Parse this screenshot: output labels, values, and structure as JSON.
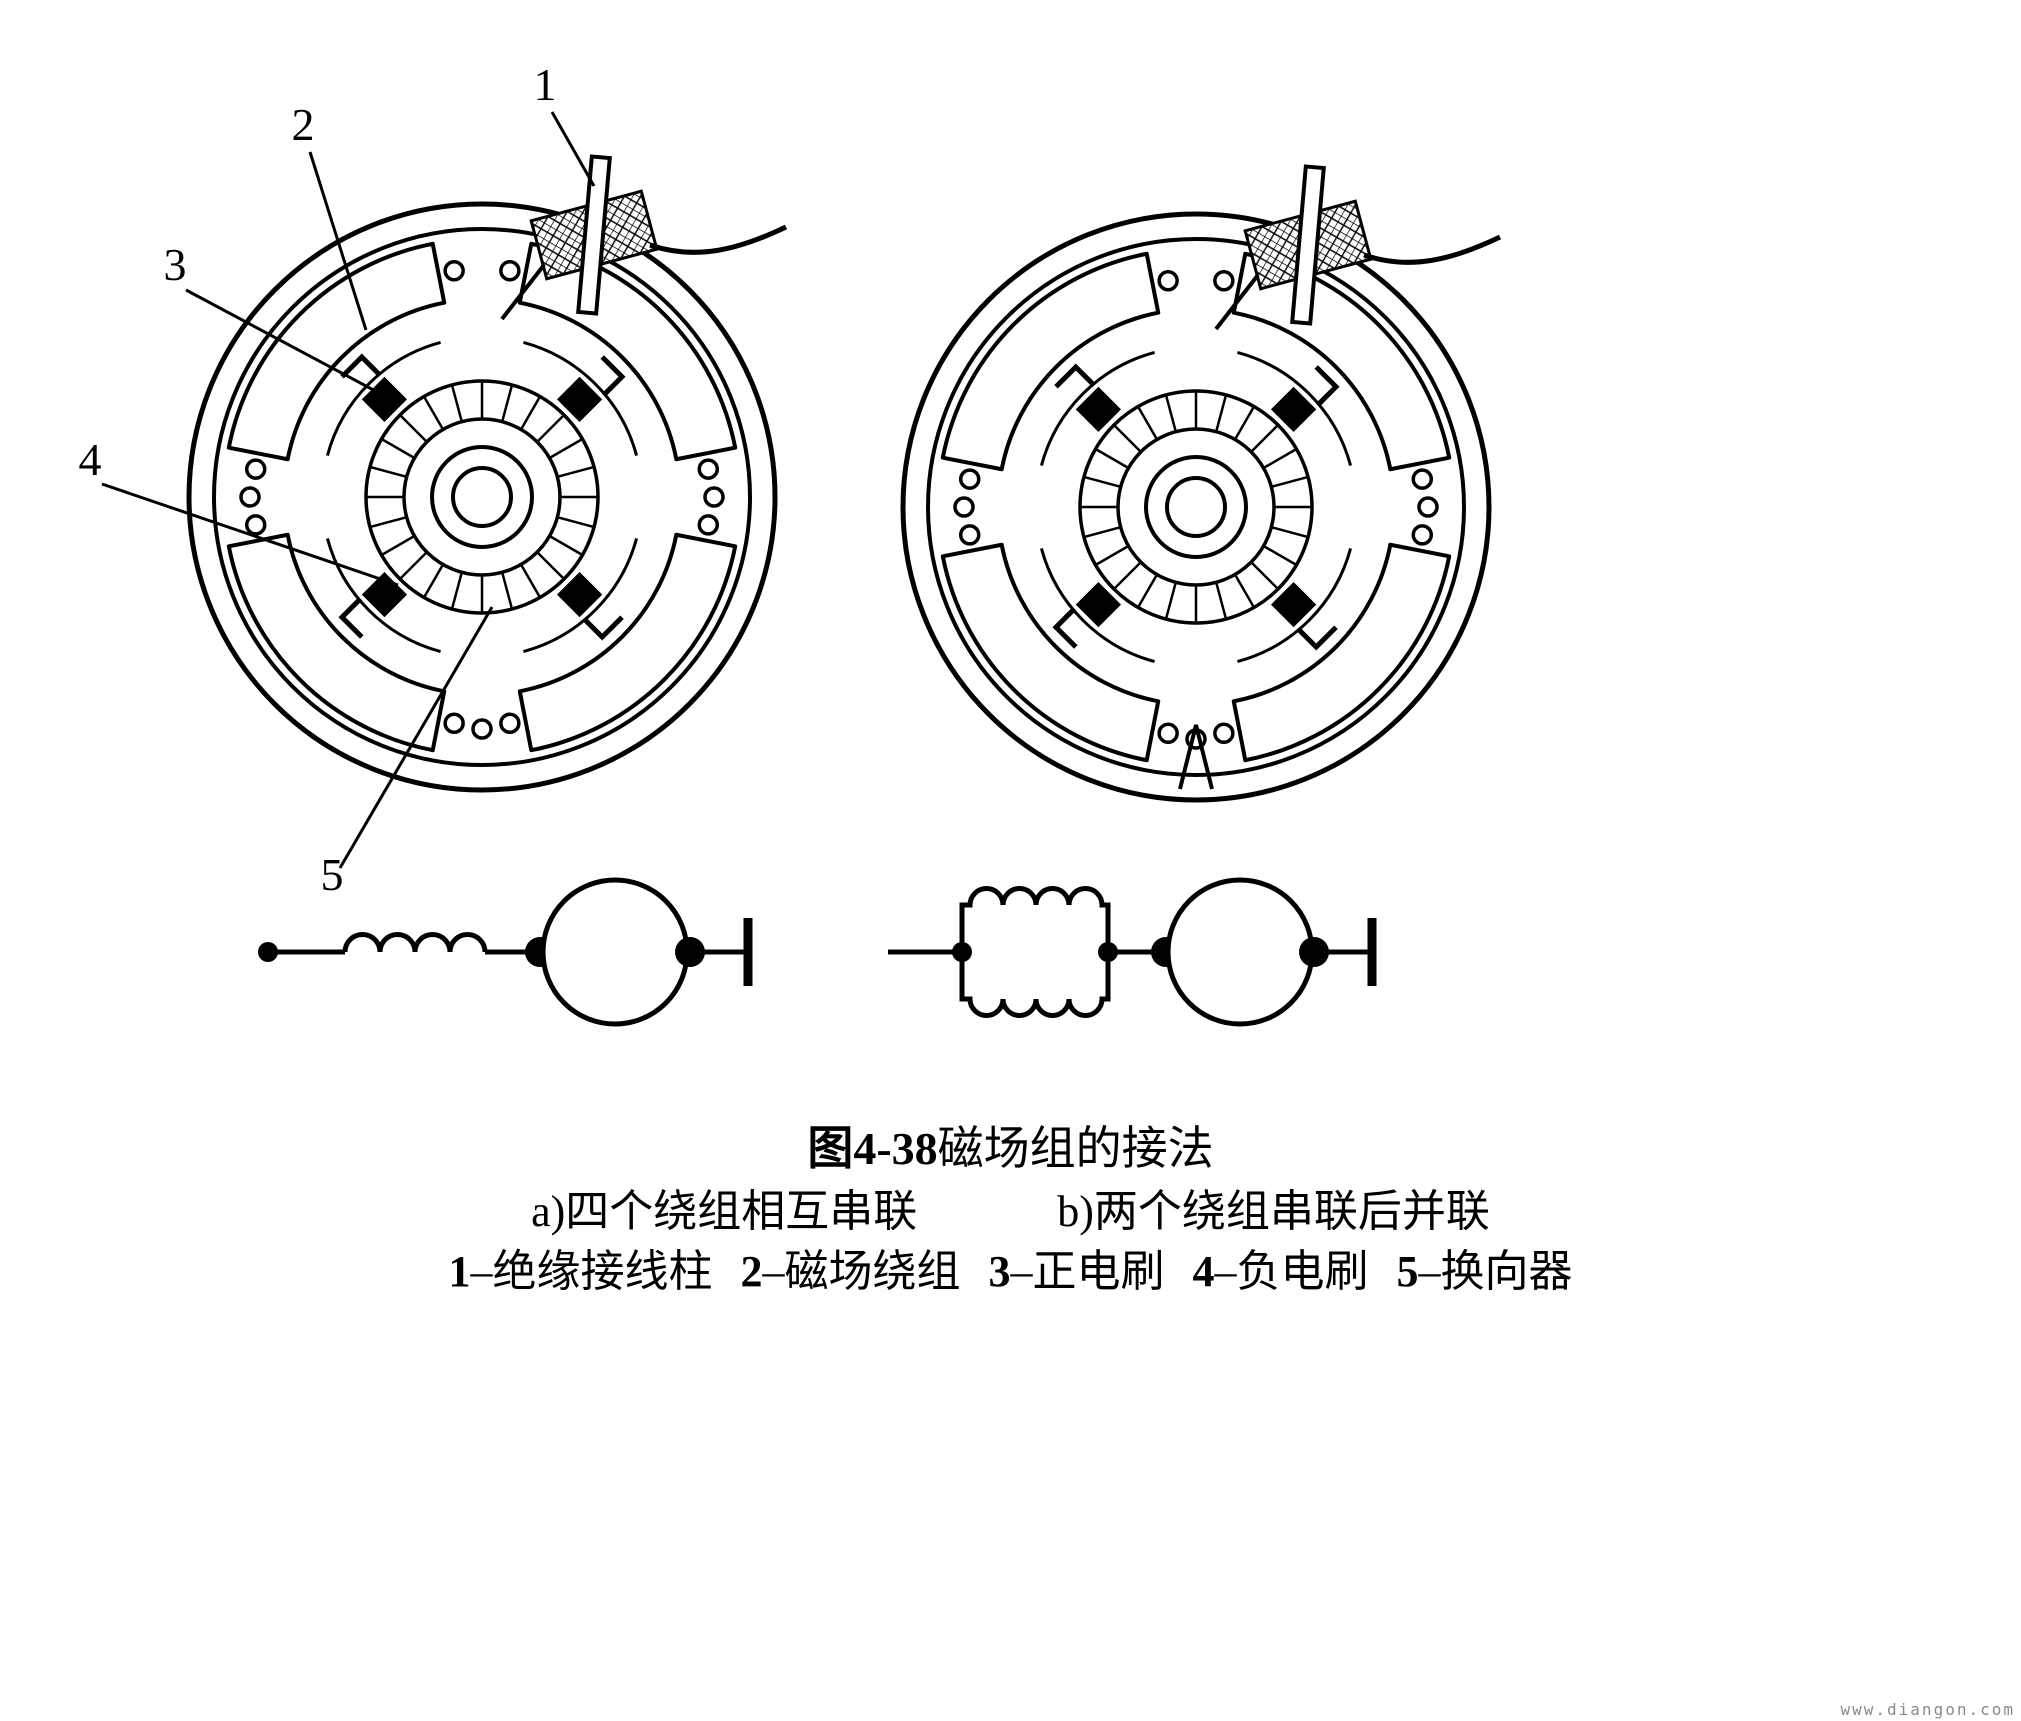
{
  "caption": {
    "fig_label": "图4-38",
    "fig_title": " 磁场组的接法",
    "sub_a": "a)四个绕组相互串联",
    "sub_b": "b)两个绕组串联后并联",
    "legend": [
      {
        "num": "1",
        "label": "–绝缘接线柱"
      },
      {
        "num": "2",
        "label": "–磁场绕组"
      },
      {
        "num": "3",
        "label": "–正电刷"
      },
      {
        "num": "4",
        "label": "–负电刷"
      },
      {
        "num": "5",
        "label": "–换向器"
      }
    ]
  },
  "callouts": {
    "c1": "1",
    "c2": "2",
    "c3": "3",
    "c4": "4",
    "c5": "5"
  },
  "watermark": "www.diangon.com",
  "colors": {
    "ink": "#000000",
    "background": "#ffffff",
    "watermark_gray": "#8a8a8a"
  }
}
